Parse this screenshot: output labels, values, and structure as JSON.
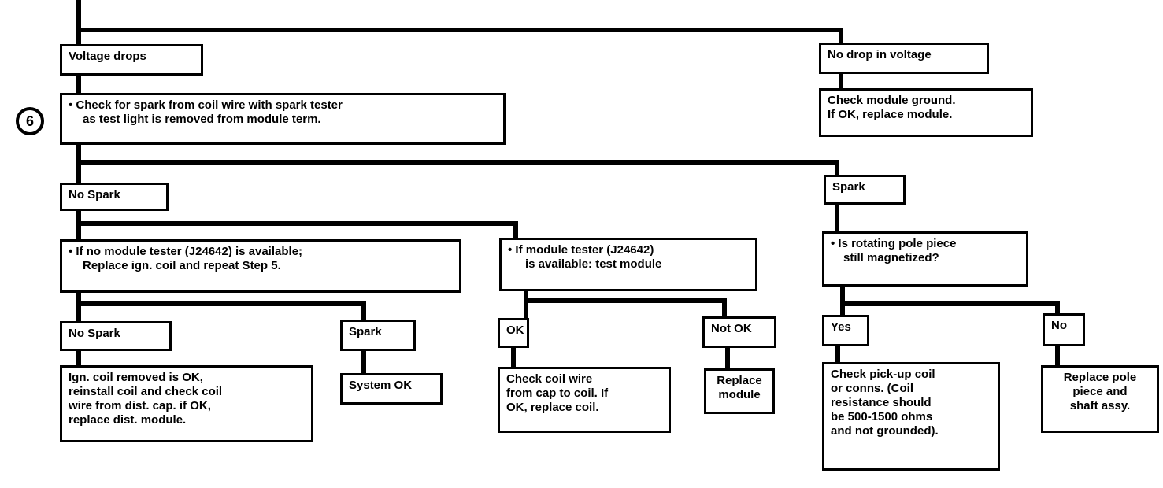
{
  "step_number": "6",
  "nodes": {
    "voltage_drops": "Voltage drops",
    "no_drop": "No drop in voltage",
    "check_spark": [
      "• Check for spark from coil wire with spark tester",
      "as test light is removed from module term."
    ],
    "check_ground": [
      "Check module ground.",
      "If OK, replace module."
    ],
    "no_spark_1": "No Spark",
    "spark_1": "Spark",
    "no_tester": [
      "• If no module tester (J24642) is available;",
      "Replace ign. coil and repeat Step 5."
    ],
    "tester": [
      "• If module tester (J24642)",
      "is available: test module"
    ],
    "pole_q": [
      "• Is rotating pole piece",
      "still magnetized?"
    ],
    "no_spark_2": "No Spark",
    "spark_2": "Spark",
    "ok": "OK",
    "not_ok": "Not OK",
    "yes": "Yes",
    "no": "No",
    "coil_ok": [
      "Ign. coil removed is OK,",
      "reinstall coil and check coil",
      "wire from dist. cap. if OK,",
      "replace dist. module."
    ],
    "system_ok": "System OK",
    "check_wire": [
      "Check coil wire",
      "from cap to coil. If",
      "OK, replace coil."
    ],
    "replace_module": [
      "Replace",
      "module"
    ],
    "pickup": [
      "Check pick-up coil",
      "or conns. (Coil",
      "resistance should",
      "be 500-1500 ohms",
      "and not grounded)."
    ],
    "replace_pole": [
      "Replace pole",
      "piece and",
      "shaft assy."
    ]
  }
}
